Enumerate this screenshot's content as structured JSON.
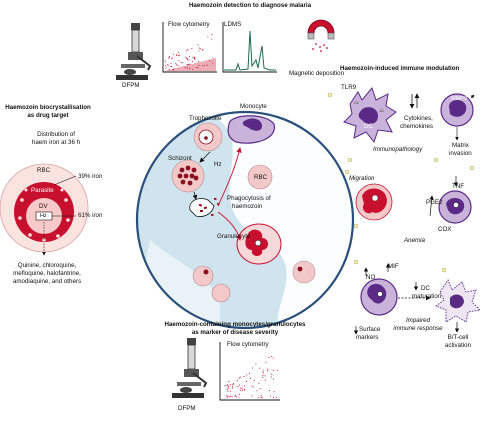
{
  "detection": {
    "title": "Haemozoin detection to diagnose malaria",
    "flow_cytometry": "Flow cytometry",
    "ldms": "LDMS",
    "dfpm": "DFPM",
    "magnetic_deposition": "Magnetic deposition"
  },
  "drug_target": {
    "title_line1": "Haemozoin biocrystallisation",
    "title_line2": "as drug target",
    "dist_line1": "Distribution of",
    "dist_line2": "haem iron at 36 h",
    "rbc": "RBC",
    "rbc_iron": "39% iron",
    "parasite": "Parasite",
    "dv": "DV",
    "hz": "Hz",
    "dv_iron": "61% iron",
    "drugs_line1": "Quinine, chloroquine,",
    "drugs_line2": "mefloquine, halofantrine,",
    "drugs_line3": "amodiaquine, and others"
  },
  "center": {
    "monocyte": "Monocyte",
    "trophozoite": "Trophozoite",
    "schizont": "Schizont",
    "hz": "Hz",
    "rbc": "RBC",
    "phago_line1": "Phagocytosis of",
    "phago_line2": "haemozoin",
    "granulocyte": "Granulocyte"
  },
  "immune": {
    "title": "Haemozoin-induced immune modulation",
    "tlr9": "TLR9",
    "dc": "DC",
    "cytokines_line1": "Cytokines,",
    "cytokines_line2": "chemokines",
    "mmp9": "MMP9",
    "immunopathology": "Immunopathology",
    "matrix_line1": "Matrix",
    "matrix_line2": "invasion",
    "migration": "Migration",
    "tnf": "TNF",
    "pge2": "PGE2",
    "cox": "COX",
    "anemia": "Anemia",
    "no": "NO",
    "mif": "MIF",
    "dc_line1": "DC",
    "dc_line2": "maturation",
    "surface_line1": "Surface",
    "surface_line2": "markers",
    "impaired_line1": "Impaired",
    "impaired_line2": "immune response",
    "bt_line1": "B/T-cell",
    "bt_line2": "activation"
  },
  "severity": {
    "title_line1": "Haemozoin-containing monocytes/granulocytes",
    "title_line2": "as marker of disease severity",
    "flow_cytometry": "Flow cytometry",
    "dfpm": "DFPM"
  },
  "colors": {
    "hz_red": "#c8102e",
    "dark_red": "#8b0f1c",
    "pink": "#f3c8c8",
    "light_pink": "#fbe3e0",
    "lavender": "#c9b3db",
    "purple": "#5b2a86",
    "circle_blue": "#cfe4ee",
    "circle_edge": "#2a4f7a",
    "grey": "#6b6b6b"
  }
}
